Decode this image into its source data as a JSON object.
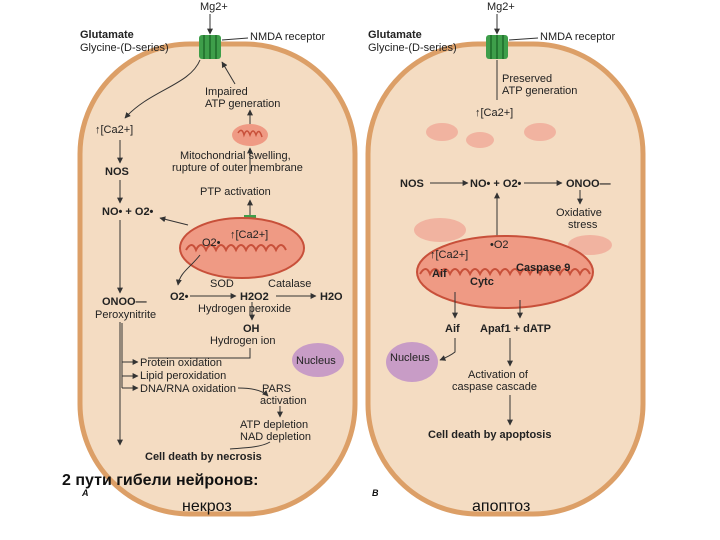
{
  "caption": {
    "main": "2 пути гибели нейронов:",
    "necrosis": "некроз",
    "apoptosis": "апоптоз",
    "panel_a": "A",
    "panel_b": "B"
  },
  "colors": {
    "cell_fill": "#f4dcc2",
    "cell_border": "#dc9f67",
    "mito_fill": "#ef9a84",
    "mito_crista": "#c8503a",
    "nucleus": "#c89cc6",
    "receptor": "#3e9e4a",
    "arrow": "#333333"
  },
  "left": {
    "mg": "Mg2+",
    "glutamate": "Glutamate",
    "glycine": "Glycine-(D-series)",
    "nmda": "NMDA receptor",
    "impaired1": "Impaired",
    "impaired2": "ATP generation",
    "ca": "↑[Ca2+]",
    "mito_swell1": "Mitochondrial swelling,",
    "mito_swell2": "rupture of outer membrane",
    "nos": "NOS",
    "ptp": "PTP activation",
    "no_o2": "NO• + O2•",
    "ca_mito": "↑[Ca2+]",
    "o2_mito": "O2•",
    "sod": "SOD",
    "catalase": "Catalase",
    "o2": "O2•",
    "h2o2": "H2O2",
    "h2o": "H2O",
    "hydrogen_peroxide": "Hydrogen peroxide",
    "onoo": "ONOO—",
    "peroxynitrite": "Peroxynitrite",
    "oh": "OH",
    "hydrogen_ion": "Hydrogen ion",
    "protein_ox": "Protein oxidation",
    "lipid_perox": "Lipid peroxidation",
    "dna_ox": "DNA/RNA oxidation",
    "nucleus": "Nucleus",
    "pars1": "PARS",
    "pars2": "activation",
    "atp_dep": "ATP depletion",
    "nad_dep": "NAD depletion",
    "death": "Cell death by necrosis"
  },
  "right": {
    "mg": "Mg2+",
    "glutamate": "Glutamate",
    "glycine": "Glycine-(D-series)",
    "nmda": "NMDA receptor",
    "preserved1": "Preserved",
    "preserved2": "ATP generation",
    "ca": "↑[Ca2+]",
    "nos": "NOS",
    "no_o2": "NO• + O2•",
    "onoo": "ONOO—",
    "oxstress1": "Oxidative",
    "oxstress2": "stress",
    "ca_mito": "↑[Ca2+]",
    "o2_mito": "•O2",
    "aif_mito": "Aif",
    "caspase9": "Caspase 9",
    "cytc": "Cytc",
    "aif": "Aif",
    "apaf": "Apaf1 + dATP",
    "nucleus": "Nucleus",
    "activation1": "Activation of",
    "activation2": "caspase cascade",
    "death": "Cell death by apoptosis"
  }
}
